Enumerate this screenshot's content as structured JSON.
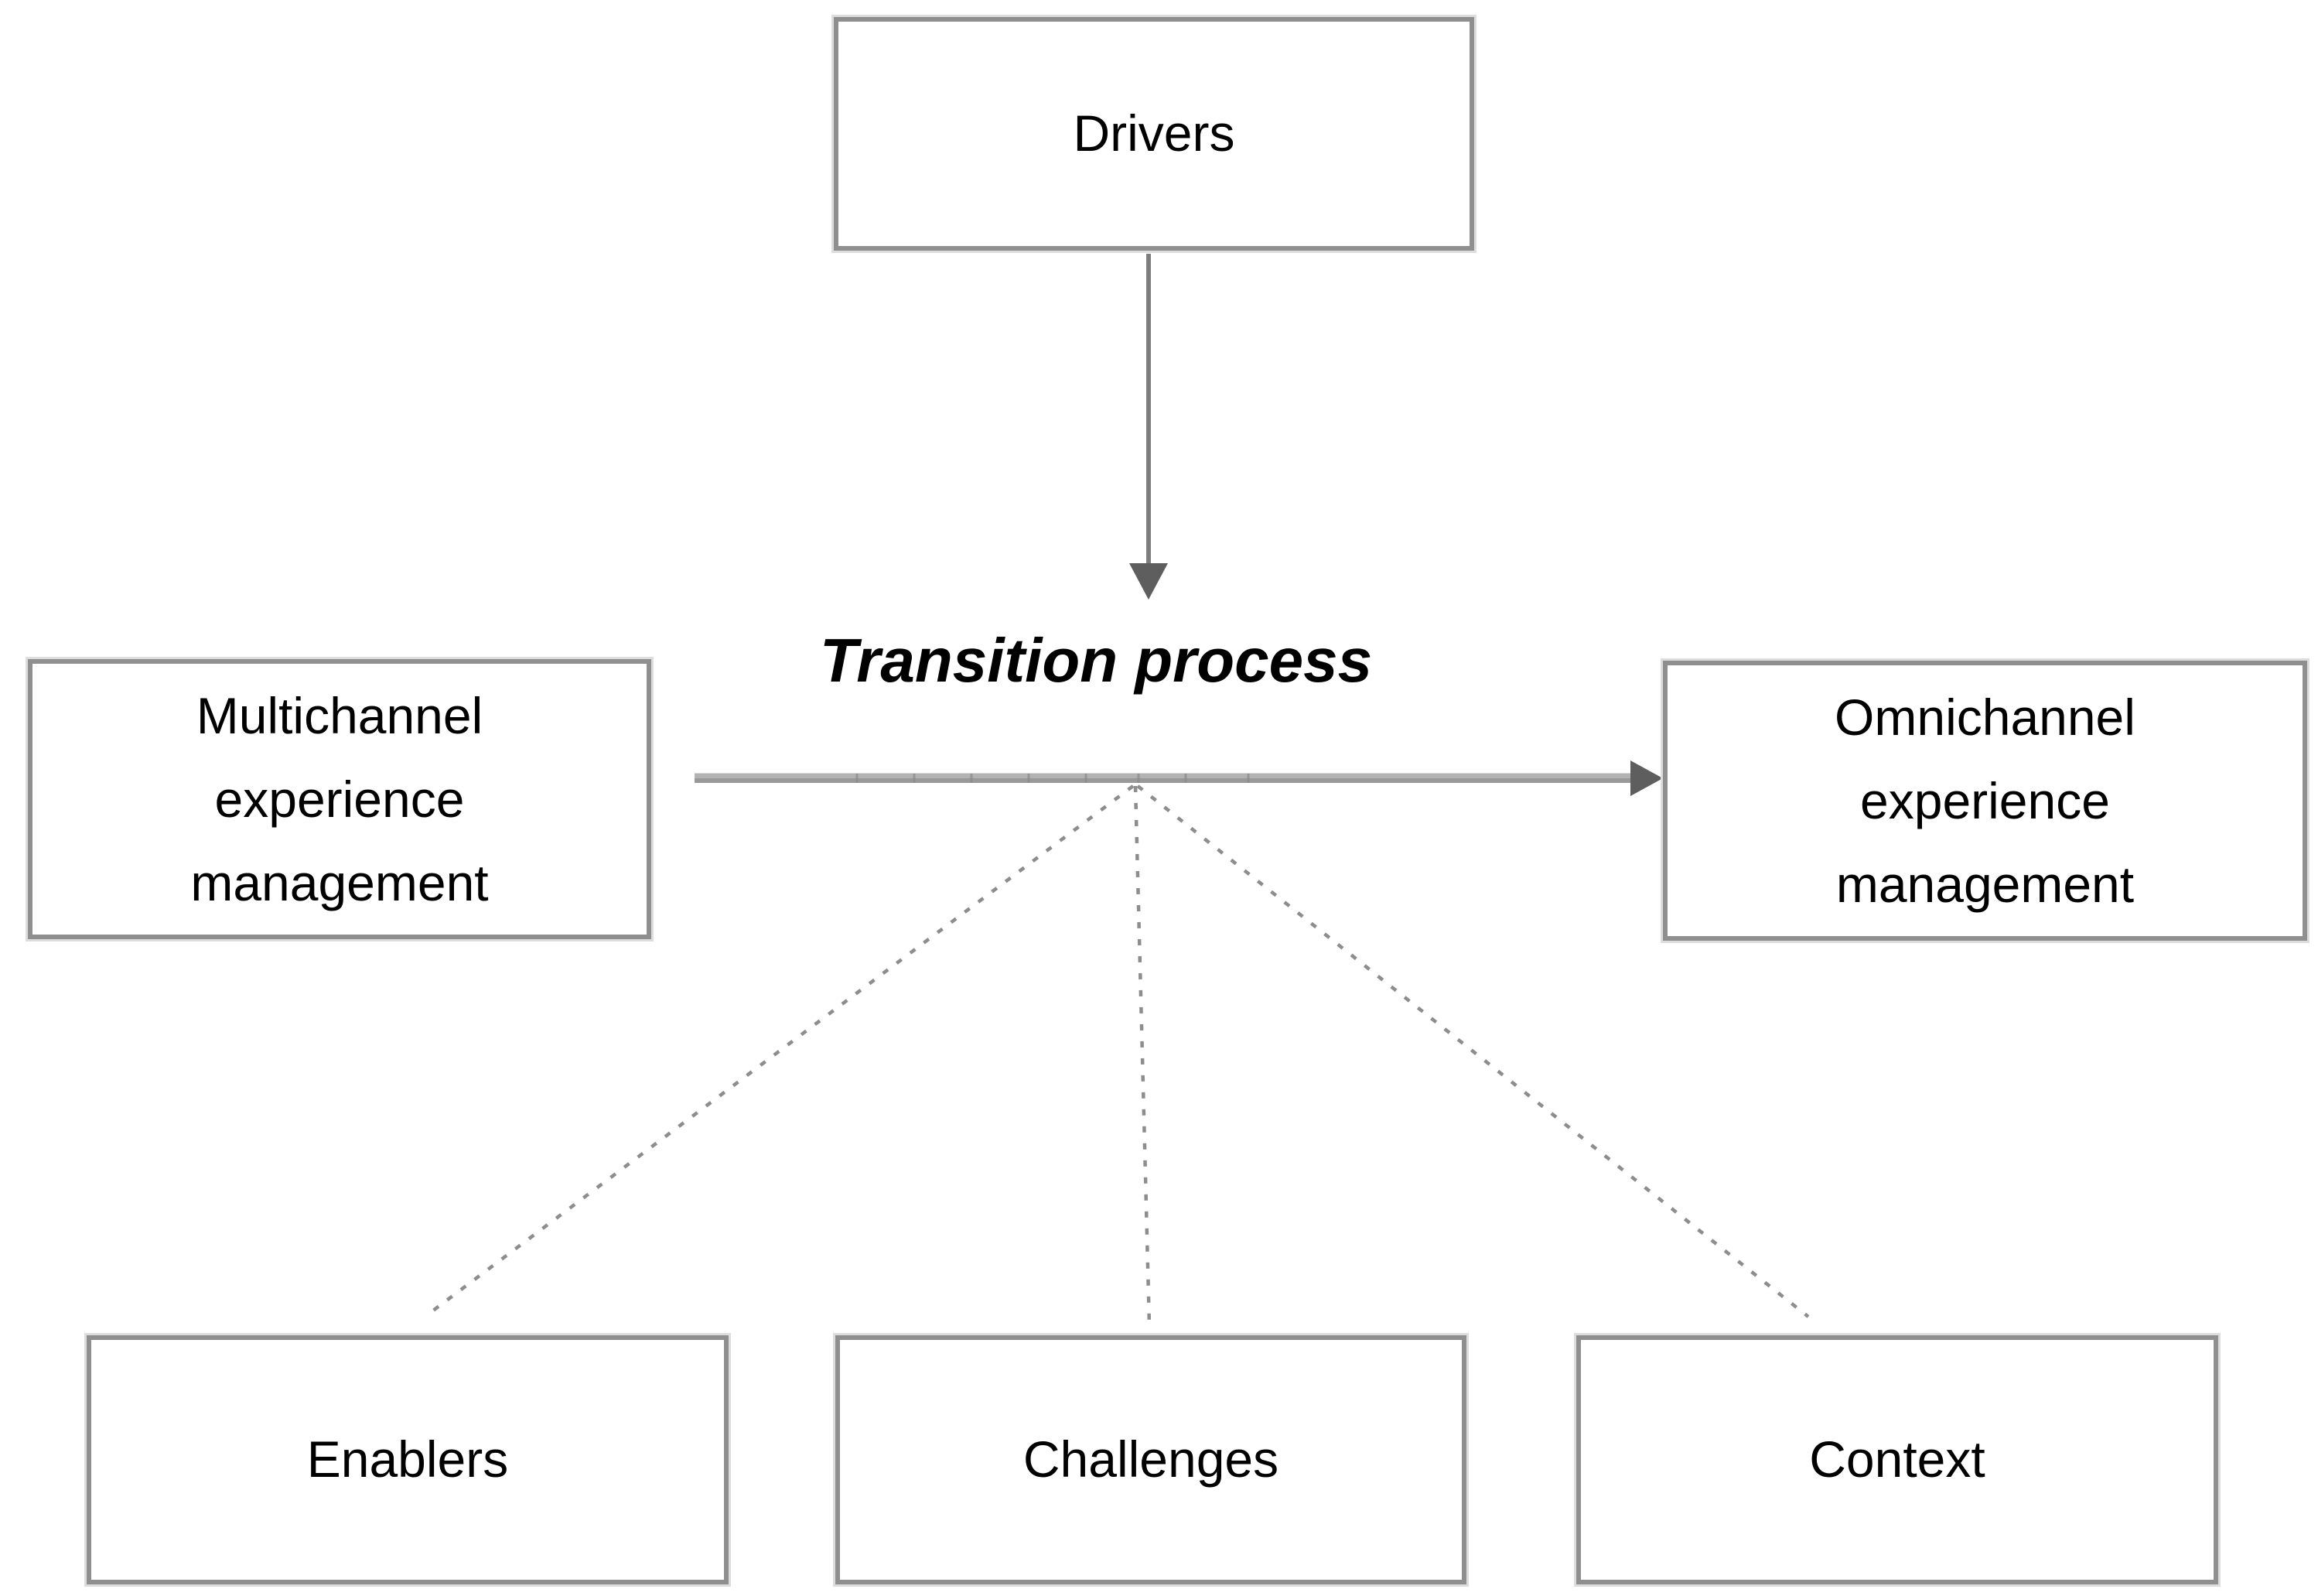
{
  "diagram": {
    "nodes": {
      "drivers": {
        "label": "Drivers"
      },
      "multichannel": {
        "lines": [
          "Multichannel",
          "experience",
          "management"
        ]
      },
      "omnichannel": {
        "lines": [
          "Omnichannel",
          "experience",
          "management"
        ]
      },
      "enablers": {
        "label": "Enablers"
      },
      "challenges": {
        "label": "Challenges"
      },
      "context": {
        "label": "Context"
      }
    },
    "labels": {
      "transition_process": "Transition process"
    },
    "connectors": {
      "drivers_to_transition": "solid arrow down",
      "multichannel_to_omnichannel": "solid arrow right",
      "transition_to_enablers": "dotted line",
      "transition_to_challenges": "dotted line",
      "transition_to_context": "dotted line"
    },
    "colors": {
      "background": "#ffffff",
      "box_border": "#8f8f8f",
      "box_halo": "#dddddd",
      "text": "#000000",
      "solid_line_light": "#b3b3b3",
      "solid_line_dark": "#999999",
      "vertical_line": "#7e7e7e",
      "arrowhead": "#5e5e5e",
      "dotted_line": "#8d8d8d"
    }
  }
}
